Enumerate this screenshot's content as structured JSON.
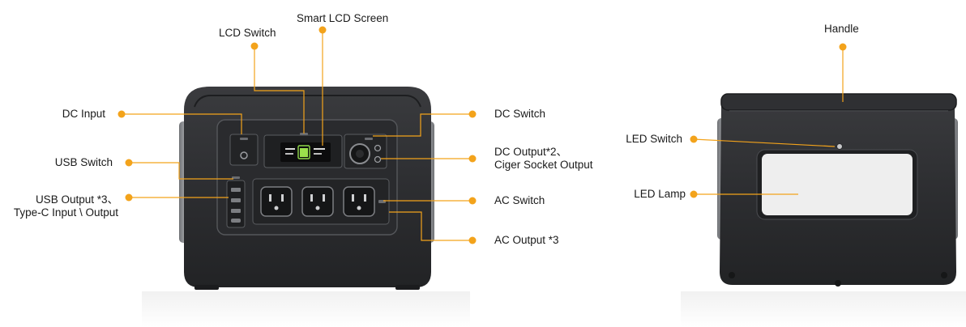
{
  "accent_color": "#f3a31b",
  "callouts": {
    "dc_input": "DC Input",
    "usb_switch": "USB Switch",
    "usb_output_line1": "USB Output *3、",
    "usb_output_line2": "Type-C Input \\ Output",
    "lcd_switch": "LCD Switch",
    "smart_lcd_screen": "Smart LCD Screen",
    "dc_switch": "DC Switch",
    "dc_output_line1": "DC Output*2、",
    "dc_output_line2": "Ciger Socket Output",
    "ac_switch": "AC Switch",
    "ac_output": "AC Output *3",
    "handle": "Handle",
    "led_switch": "LED Switch",
    "led_lamp": "LED Lamp"
  },
  "icons": {
    "front_unit": "power-station-front-icon",
    "side_unit": "power-station-side-icon"
  }
}
